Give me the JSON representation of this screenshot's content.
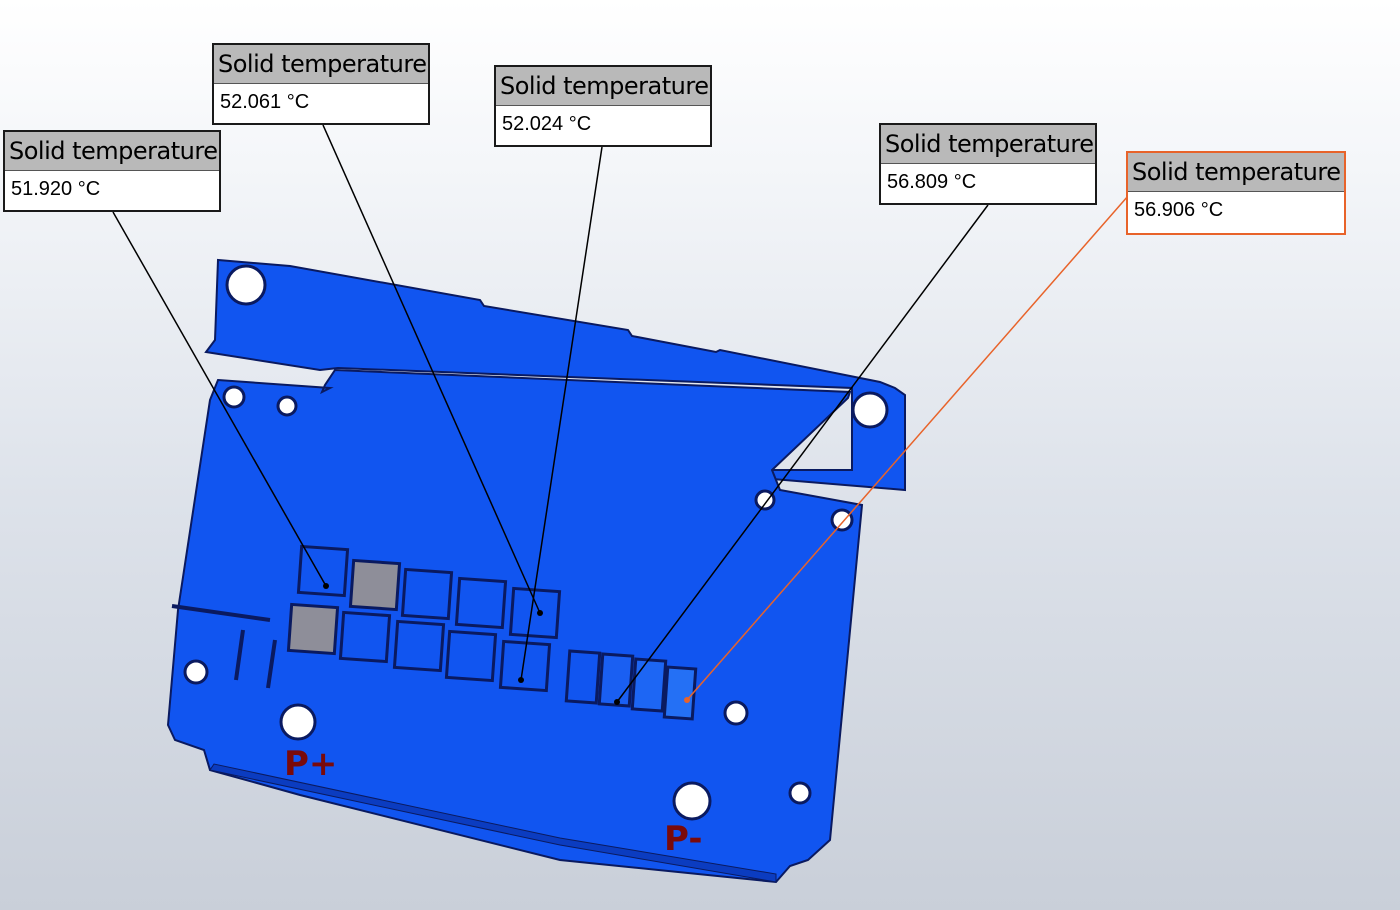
{
  "probes": [
    {
      "title": "Solid temperature",
      "value": "51.920 °C"
    },
    {
      "title": "Solid temperature",
      "value": "52.061 °C"
    },
    {
      "title": "Solid temperature",
      "value": "52.024 °C"
    },
    {
      "title": "Solid temperature",
      "value": "56.809 °C"
    },
    {
      "title": "Solid temperature",
      "value": "56.906 °C"
    }
  ],
  "board": {
    "label_positive": "P+",
    "label_negative": "P-"
  },
  "colors": {
    "board_fill": "#1155f0",
    "board_outline": "#0a1a60",
    "leader_line": "#000000",
    "selected_leader": "#e8632a",
    "component_gray": "#8e8e99"
  },
  "icons": [
    "mounting-hole-icon"
  ]
}
